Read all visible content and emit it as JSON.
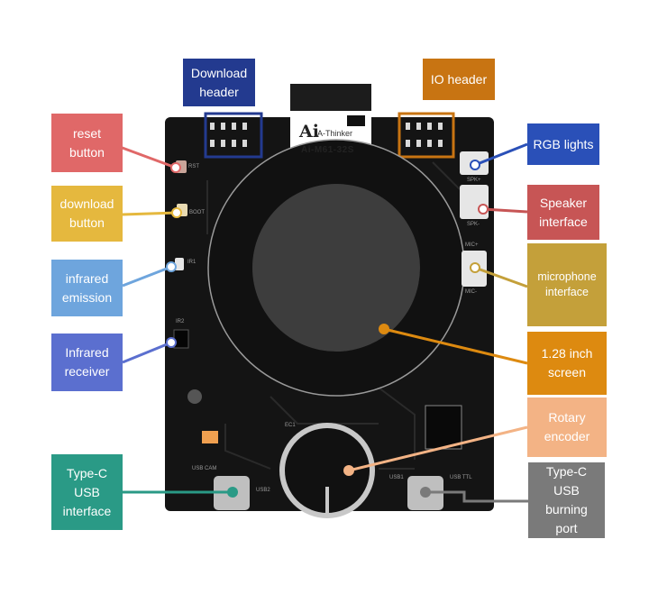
{
  "module": {
    "logo": "Ai",
    "brand": "A-Thinker",
    "part": "Ai-M61-32S"
  },
  "labels": {
    "download_header": "Download\nheader",
    "io_header": "IO header",
    "reset_button": "reset\nbutton",
    "download_button": "download\nbutton",
    "infrared_emission": "infrared\nemission",
    "infrared_receiver": "Infrared\nreceiver",
    "type_c_usb_interface": "Type-C\nUSB\ninterface",
    "rgb_lights": "RGB lights",
    "speaker_interface": "Speaker\ninterface",
    "microphone_interface": "microphone\ninterface",
    "screen": "1.28 inch\nscreen",
    "rotary_encoder": "Rotary\nencoder",
    "type_c_usb_burning_port": "Type-C\nUSB\nburning\nport"
  },
  "silkscreen": {
    "rst": "RST",
    "boot": "BOOT",
    "ir1": "IR1",
    "ir2": "IR2",
    "usb_cam": "USB CAM",
    "usb_ttl": "USB TTL",
    "usb1": "USB1",
    "usb2": "USB2",
    "ec1": "EC1",
    "spk_plus": "SPK+",
    "spk_minus": "SPK-",
    "mic_plus": "MIC+",
    "mic_minus": "MIC-"
  },
  "colors": {
    "download_header": "#233a8f",
    "io_header": "#c87412",
    "reset_button": "#e06868",
    "download_button": "#e5b83e",
    "infrared_emission": "#6ea5dd",
    "infrared_receiver": "#5b6fcf",
    "type_c_usb_interface": "#2a9a86",
    "rgb_lights": "#2a50b8",
    "speaker_interface": "#c75555",
    "microphone_interface": "#c4a03a",
    "screen": "#dd8a10",
    "rotary_encoder": "#f3b385",
    "type_c_usb_burning_port": "#7a7a7a",
    "pcb": "#141414"
  }
}
